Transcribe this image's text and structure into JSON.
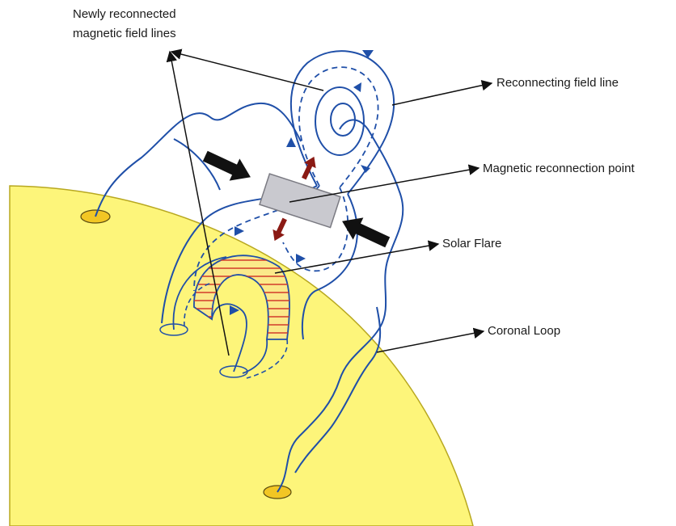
{
  "labels": {
    "newly_reconnected_line1": "Newly reconnected",
    "newly_reconnected_line2": "magnetic field lines",
    "reconnecting_field_line": "Reconnecting field line",
    "magnetic_reconnection_point": "Magnetic reconnection point",
    "solar_flare": "Solar Flare",
    "coronal_loop": "Coronal Loop"
  },
  "colors": {
    "sun_fill": "#fdf57a",
    "sun_edge": "#b8a820",
    "footpoint_fill": "#f2c624",
    "field_line": "#1f4fa8",
    "flare_hatch": "#d23a2a",
    "flare_fill": "#fbe98a",
    "reconnection_box": "#c9c9cf",
    "inflow_arrow": "#111111",
    "outflow_arrow": "#8b1a14",
    "annotation_line": "#111111"
  }
}
